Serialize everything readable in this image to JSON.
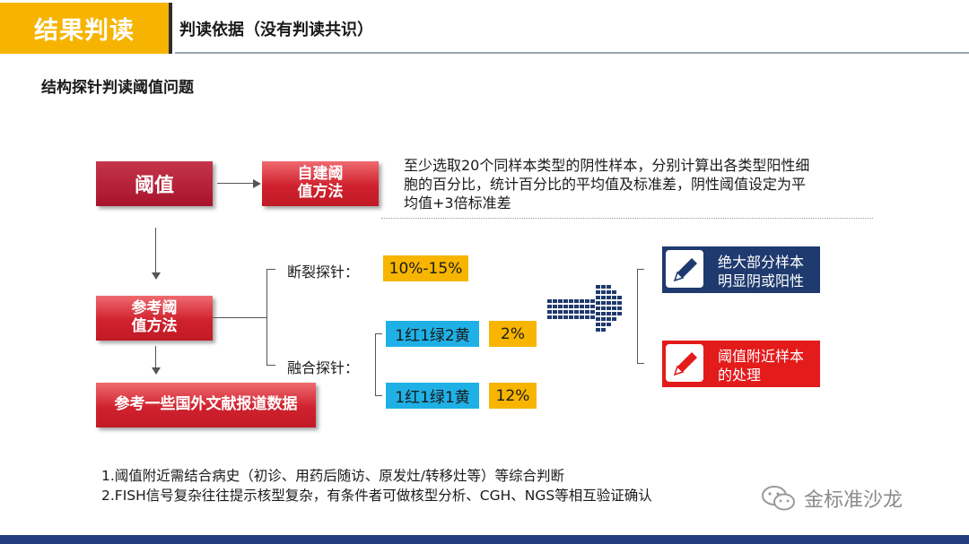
{
  "header": {
    "badge": "结果判读",
    "subtitle": "判读依据（没有判读共识）"
  },
  "section_title": "结构探针判读阈值问题",
  "nodes": {
    "threshold": "阈值",
    "self_built_l1": "自建阈",
    "self_built_l2": "值方法",
    "reference_l1": "参考阈",
    "reference_l2": "值方法",
    "literature": "参考一些国外文献报道数据"
  },
  "self_built_desc": [
    "至少选取20个同样本类型的阴性样本，分别计算出各类型阳性细",
    "胞的百分比，统计百分比的平均值及标准差，阴性阈值设定为平",
    "均值+3倍标准差"
  ],
  "break_probe": {
    "label": "断裂探针：",
    "value": "10%-15%"
  },
  "fusion_probe": {
    "label": "融合探针：",
    "rows": [
      {
        "pattern": "1红1绿2黄",
        "value": "2%"
      },
      {
        "pattern": "1红1绿1黄",
        "value": "12%"
      }
    ]
  },
  "outcomes": [
    {
      "line1": "绝大部分样本",
      "line2": "明显阴或阳性",
      "icon": "edit-icon",
      "color": "#1f3a6e"
    },
    {
      "line1": "阈值附近样本",
      "line2": "的处理",
      "icon": "edit-icon",
      "color": "#e31b1b"
    }
  ],
  "notes": [
    "1.阈值附近需结合病史（初诊、用药后随访、原发灶/转移灶等）等综合判断",
    "2.FISH信号复杂往往提示核型复杂，有条件者可做核型分析、CGH、NGS等相互验证确认"
  ],
  "watermark": "金标准沙龙"
}
